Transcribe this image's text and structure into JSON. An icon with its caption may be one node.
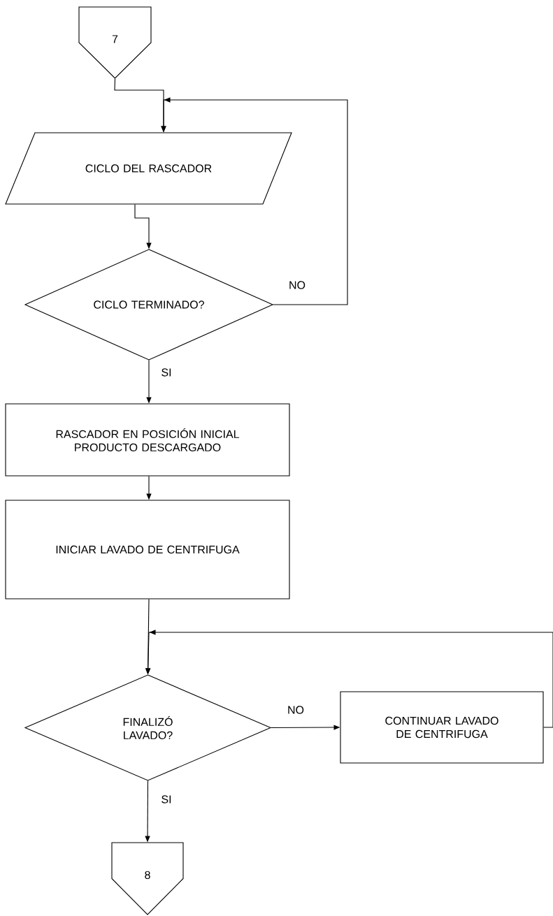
{
  "diagram": {
    "nodes": [
      {
        "text": [
          "7"
        ]
      },
      {
        "text": [
          "CICLO DEL RASCADOR"
        ]
      },
      {
        "text": [
          "CICLO TERMINADO?"
        ]
      },
      {
        "text": [
          "RASCADOR EN POSICIÓN INICIAL PRODUCTO DESCARGADO"
        ]
      },
      {
        "text": [
          "INICIAR LAVADO DE CENTRIFUGA"
        ]
      },
      {
        "text": [
          "FINALIZÓ LAVADO?"
        ]
      },
      {
        "text": [
          "CONTINUAR LAVADO DE CENTRIFUGA"
        ]
      },
      {
        "text": [
          "8"
        ]
      }
    ],
    "edges": [
      {
        "from": 0,
        "to": 1,
        "arrow": "to"
      },
      {
        "from": 1,
        "to": 2,
        "arrow": "to"
      },
      {
        "from": 2,
        "to": 1,
        "arrow": "to",
        "label": "NO"
      },
      {
        "from": 2,
        "to": 3,
        "arrow": "to",
        "label": "SI"
      },
      {
        "from": 3,
        "to": 4,
        "arrow": "to"
      },
      {
        "from": 4,
        "to": 5,
        "arrow": "to"
      },
      {
        "from": 5,
        "to": 6,
        "arrow": "to",
        "label": "NO"
      },
      {
        "from": 6,
        "to": 5,
        "arrow": "to"
      },
      {
        "from": 5,
        "to": 7,
        "arrow": "to",
        "label": "SI"
      }
    ]
  }
}
